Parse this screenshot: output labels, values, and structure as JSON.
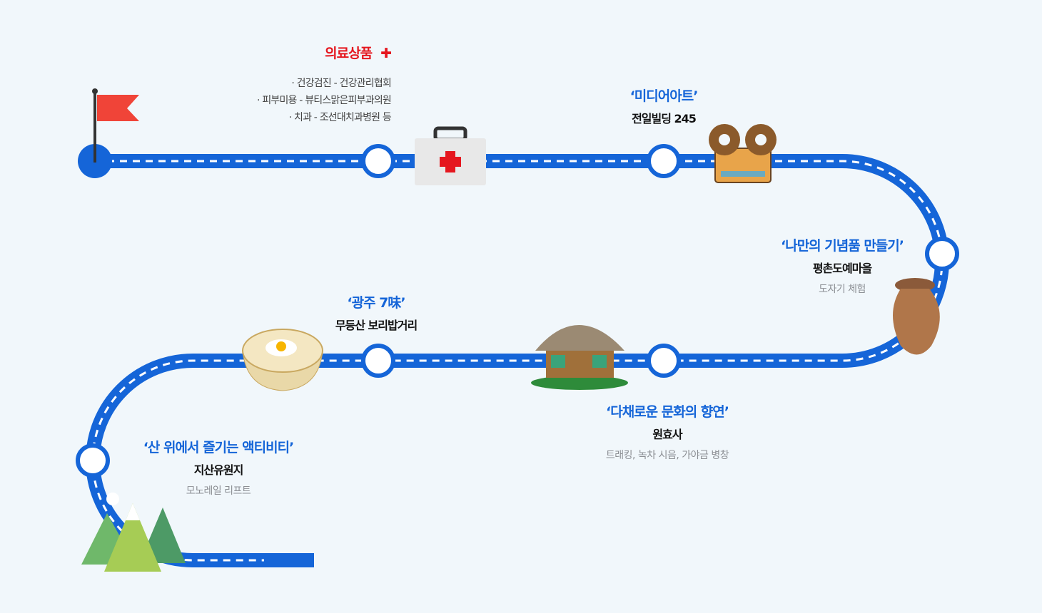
{
  "colors": {
    "route": "#1565d8",
    "accent_red": "#e5171f",
    "background": "#f1f7fb"
  },
  "medical": {
    "title": "의료상품",
    "icon": "plus-icon",
    "items": [
      "· 건강검진 - 건강관리협회",
      "· 피부미용 - 뷰티스맑은피부과의원",
      "· 치과 - 조선대치과병원 등"
    ]
  },
  "stops": [
    {
      "title": "‘미디어아트’",
      "subtitle": "전일빌딩 245",
      "icon": "film-projector-icon"
    },
    {
      "title": "‘나만의 기념품 만들기’",
      "subtitle": "평촌도예마을",
      "desc": "도자기 체험",
      "icon": "pottery-vase-icon"
    },
    {
      "title": "‘다채로운 문화의 향연’",
      "subtitle": "원효사",
      "desc": "트래킹, 녹차 시음, 가야금 병창",
      "icon": "temple-icon"
    },
    {
      "title": "‘광주 7味’",
      "subtitle": "무등산 보리밥거리",
      "icon": "bibimbap-bowl-icon"
    },
    {
      "title": "‘산 위에서 즐기는 액티비티’",
      "subtitle": "지산유원지",
      "desc": "모노레일 리프트",
      "icon": "mountain-icon"
    }
  ]
}
